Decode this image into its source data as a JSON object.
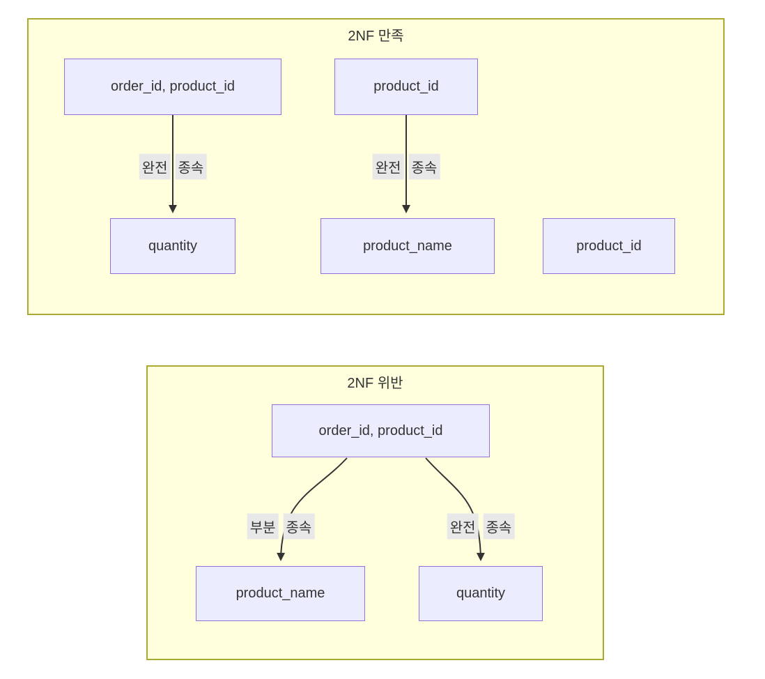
{
  "diagram": {
    "type": "flowchart",
    "colors": {
      "cluster_fill": "#ffffde",
      "cluster_border": "#aaaa33",
      "node_fill": "#ececff",
      "node_border": "#9370db",
      "edge_line": "#333333",
      "edge_label_bg": "#e8e8e8",
      "text": "#333333"
    },
    "groups": [
      {
        "title": "2NF 만족",
        "nodes": [
          {
            "label": "order_id, product_id"
          },
          {
            "label": "product_id"
          },
          {
            "label": "quantity"
          },
          {
            "label": "product_name"
          },
          {
            "label": "product_id"
          }
        ],
        "edges": [
          {
            "from": "order_id, product_id",
            "to": "quantity",
            "label": "완전 종속",
            "words": [
              "완전",
              "종속"
            ]
          },
          {
            "from": "product_id",
            "to": "product_name",
            "label": "완전 종속",
            "words": [
              "완전",
              "종속"
            ]
          }
        ]
      },
      {
        "title": "2NF 위반",
        "nodes": [
          {
            "label": "order_id, product_id"
          },
          {
            "label": "product_name"
          },
          {
            "label": "quantity"
          }
        ],
        "edges": [
          {
            "from": "order_id, product_id",
            "to": "product_name",
            "label": "부분 종속",
            "words": [
              "부분",
              "종속"
            ]
          },
          {
            "from": "order_id, product_id",
            "to": "quantity",
            "label": "완전 종속",
            "words": [
              "완전",
              "종속"
            ]
          }
        ]
      }
    ]
  }
}
